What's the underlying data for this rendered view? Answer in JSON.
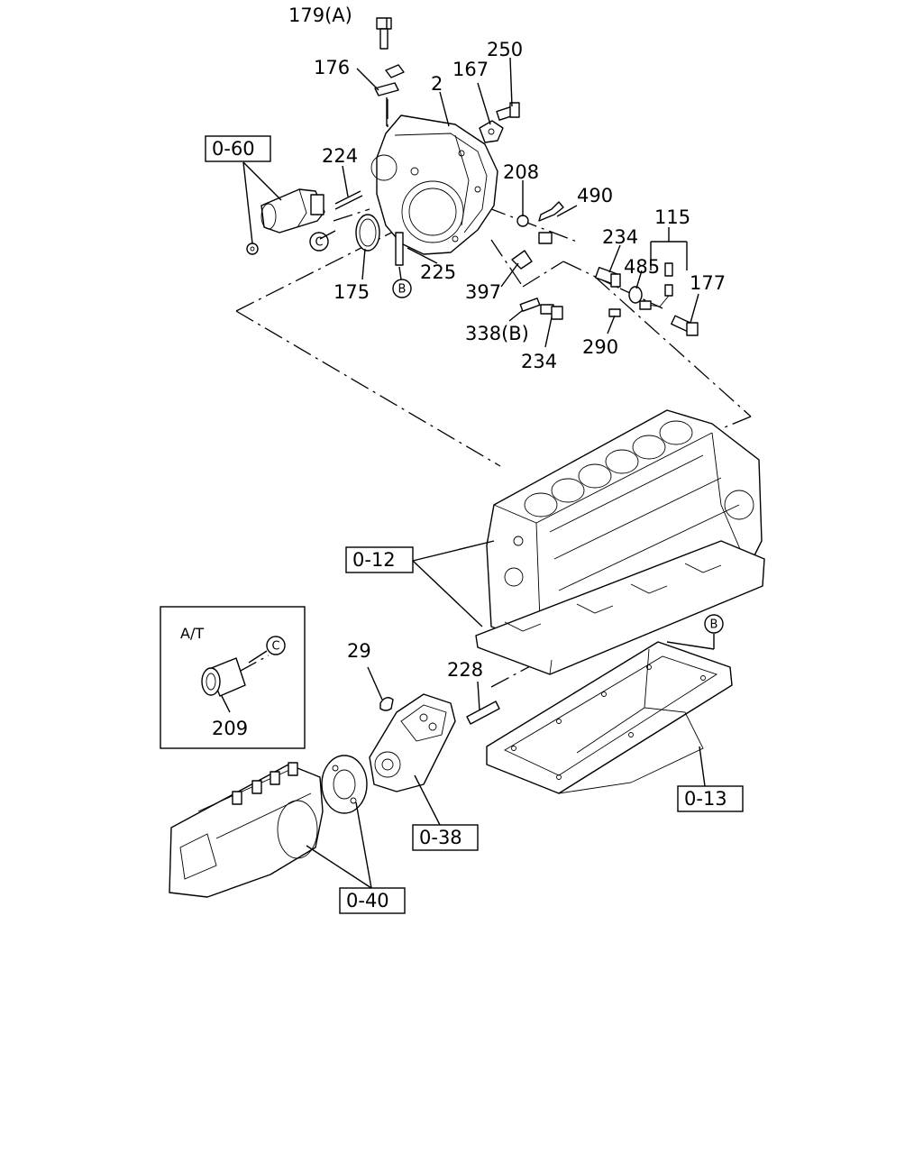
{
  "parts": {
    "p179a": "179(A)",
    "p176": "176",
    "p2": "2",
    "p167": "167",
    "p250": "250",
    "p224": "224",
    "p208": "208",
    "p490": "490",
    "p115": "115",
    "p234a": "234",
    "p485": "485",
    "p177": "177",
    "p175": "175",
    "p225": "225",
    "p397": "397",
    "p338b": "338(B)",
    "p234b": "234",
    "p290": "290",
    "p29": "29",
    "p228": "228",
    "p209": "209"
  },
  "refs": {
    "r060": "0-60",
    "r012": "0-12",
    "r013": "0-13",
    "r038": "0-38",
    "r040": "0-40"
  },
  "markers": {
    "c": "C",
    "b": "B"
  },
  "inset": {
    "label": "A/T"
  }
}
